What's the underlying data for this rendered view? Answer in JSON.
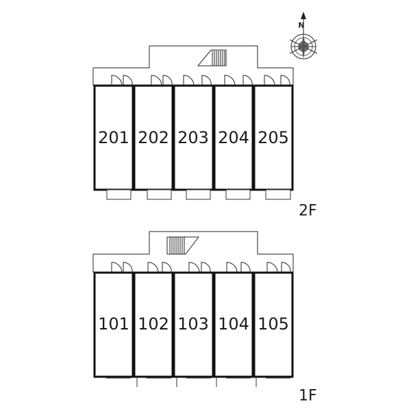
{
  "compass": {
    "north_label": "N"
  },
  "floors": [
    {
      "id": "2f",
      "label": "2F",
      "rooms": [
        "201",
        "202",
        "203",
        "204",
        "205"
      ]
    },
    {
      "id": "1f",
      "label": "1F",
      "rooms": [
        "101",
        "102",
        "103",
        "104",
        "105"
      ]
    }
  ]
}
